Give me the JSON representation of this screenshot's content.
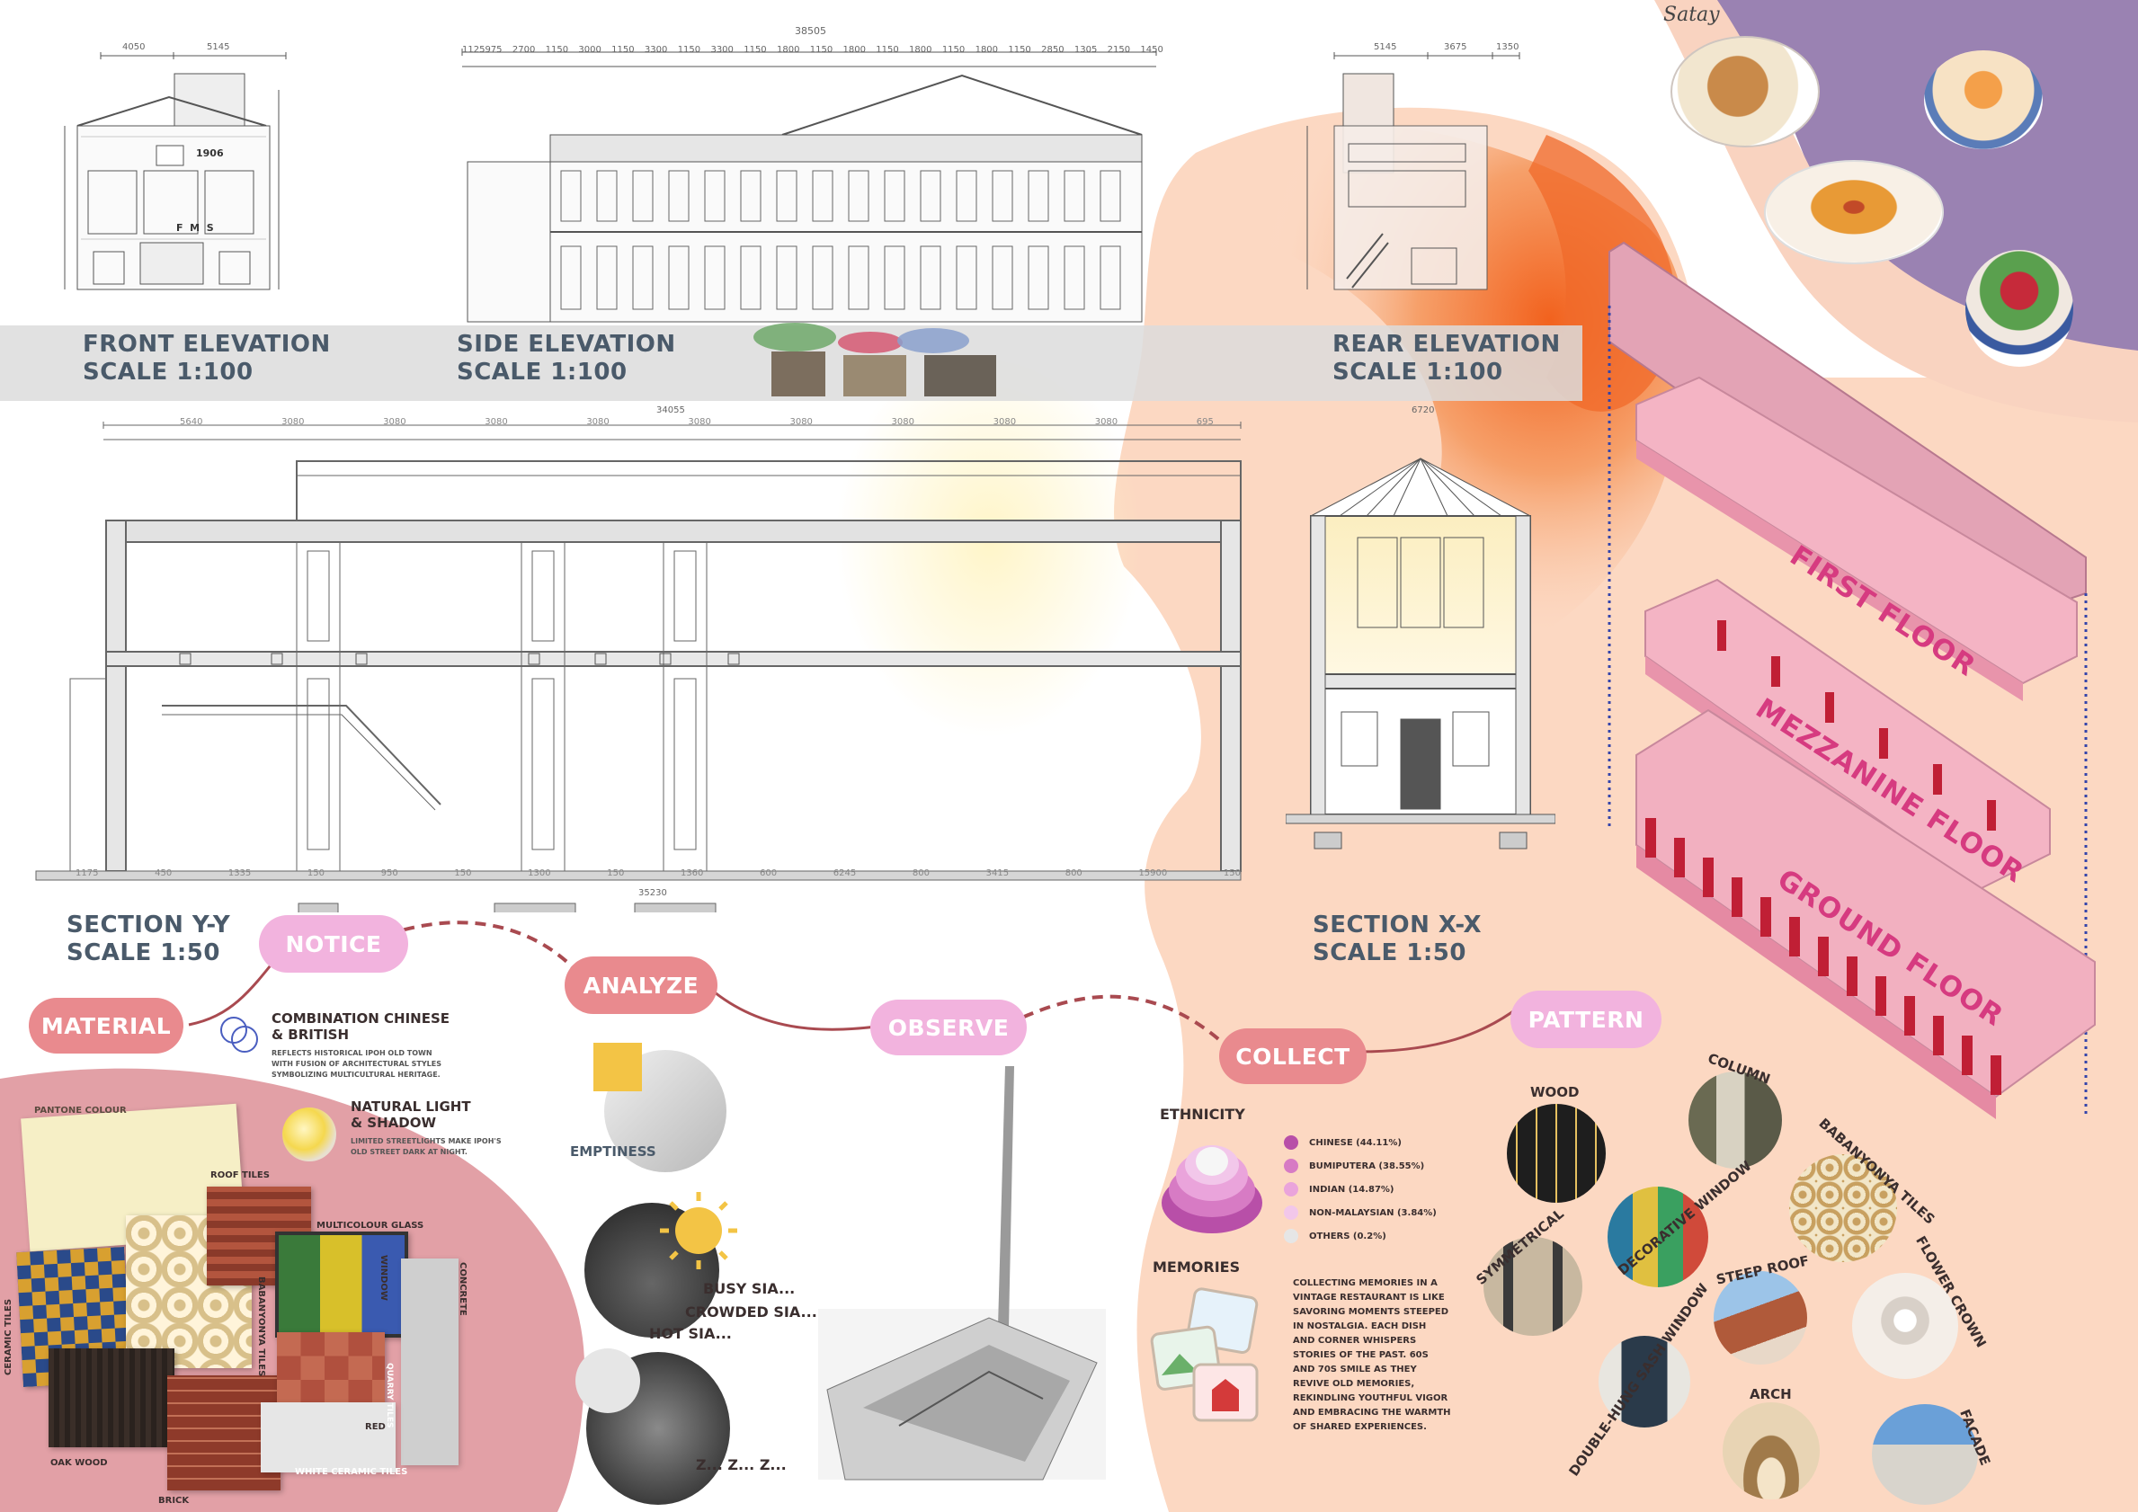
{
  "colors": {
    "peach": "#fcd8c2",
    "orange": "#f07a3e",
    "purple": "#8e7aa8",
    "pill_red": "#e98a8e",
    "pill_pink": "#f2b3de",
    "axon_pink": "#f0a9b8",
    "axon_red": "#c01f35",
    "heading_blue": "#4a5a6a"
  },
  "elevations": {
    "front": {
      "title": "FRONT ELEVATION",
      "scale": "SCALE 1:100",
      "year": "1906",
      "sign": "F  M  S"
    },
    "side": {
      "title": "SIDE ELEVATION",
      "scale": "SCALE 1:100"
    },
    "rear": {
      "title": "REAR ELEVATION",
      "scale": "SCALE 1:100"
    }
  },
  "sections": {
    "yy": {
      "title": "SECTION Y-Y",
      "scale": "SCALE 1:50",
      "total": "35230",
      "top": "34055"
    },
    "xx": {
      "title": "SECTION X-X",
      "scale": "SCALE 1:50",
      "width": "6720"
    }
  },
  "dims": {
    "front_top": [
      "4050",
      "5145"
    ],
    "side_total": "38505",
    "side_top": [
      "1125975",
      "2700",
      "1150",
      "3000",
      "1150",
      "3300",
      "1150",
      "3300",
      "1150",
      "1800",
      "1150",
      "1800",
      "1150",
      "1800",
      "1150",
      "1800",
      "1150",
      "2850",
      "1305",
      "2150",
      "1450"
    ],
    "rear_top": [
      "5145",
      "3675",
      "1350"
    ],
    "section_top": [
      "5640",
      "3080",
      "3080",
      "3080",
      "3080",
      "3080",
      "3080",
      "3080",
      "3080",
      "3080",
      "695"
    ],
    "section_bottom": [
      "1175",
      "450",
      "1335",
      "150",
      "950",
      "150",
      "1300",
      "150",
      "1360",
      "600",
      "6245",
      "800",
      "3415",
      "800",
      "15900",
      "150"
    ]
  },
  "process": {
    "material": "MATERIAL",
    "notice": "NOTICE",
    "analyze": "ANALYZE",
    "observe": "OBSERVE",
    "collect": "COLLECT",
    "pattern": "PATTERN"
  },
  "notice": {
    "item1_title": "COMBINATION CHINESE & BRITISH",
    "item1_text": "REFLECTS HISTORICAL IPOH OLD TOWN WITH FUSION OF ARCHITECTURAL STYLES SYMBOLIZING MULTICULTURAL HERITAGE.",
    "item2_title": "NATURAL LIGHT & SHADOW",
    "item2_text": "LIMITED STREETLIGHTS MAKE IPOH'S OLD STREET DARK AT NIGHT."
  },
  "materials": {
    "pantone": "PANTONE COLOUR",
    "roof_tiles": "ROOF TILES",
    "multicolour_glass": "MULTICOLOUR GLASS",
    "window": "WINDOW",
    "concrete": "CONCRETE",
    "babanyonya_tiles": "BABANYONYA TILES",
    "ceramic_tiles": "CERAMIC TILES",
    "oak_wood": "OAK WOOD",
    "brick": "BRICK",
    "red": "RED",
    "quarry_tiles": "QUARRY TILES",
    "white_ceramic_tiles": "WHITE CERAMIC TILES"
  },
  "analyze": {
    "emptiness": "EMPTINESS",
    "busy": "BUSY SIA...",
    "crowded": "CROWDED SIA...",
    "hot": "HOT SIA...",
    "sleepy": "Z... Z... Z..."
  },
  "collect": {
    "ethnicity_title": "ETHNICITY",
    "ethnicity": [
      {
        "label": "CHINESE (44.11%)",
        "value": 44.11,
        "color": "#b84fa8"
      },
      {
        "label": "BUMIPUTERA (38.55%)",
        "value": 38.55,
        "color": "#d77bc4"
      },
      {
        "label": "INDIAN (14.87%)",
        "value": 14.87,
        "color": "#eaa4db"
      },
      {
        "label": "NON-MALAYSIAN (3.84%)",
        "value": 3.84,
        "color": "#f2c7ea"
      },
      {
        "label": "OTHERS (0.2%)",
        "value": 0.2,
        "color": "#e6e6e6"
      }
    ],
    "memories_title": "MEMORIES",
    "memories_text": "COLLECTING MEMORIES IN A VINTAGE RESTAURANT IS LIKE SAVORING MOMENTS STEEPED IN NOSTALGIA. EACH DISH AND CORNER WHISPERS STORIES OF THE PAST. 60S AND 70S SMILE AS THEY REVIVE OLD MEMORIES, REKINDLING YOUTHFUL VIGOR AND EMBRACING THE WARMTH OF SHARED EXPERIENCES."
  },
  "patterns": {
    "wood": "WOOD",
    "column": "COLUMN",
    "decorative_window": "DECORATIVE WINDOW",
    "babanyonya_tiles": "BABANYONYA TILES",
    "symmetrical": "SYMMETRICAL",
    "steep_roof": "STEEP ROOF",
    "flower_crown": "FLOWER CROWN",
    "sash_window": "DOUBLE-HUNG SASH WINDOW",
    "arch": "ARCH",
    "facade": "FACADE"
  },
  "axon": {
    "first": "FIRST FLOOR",
    "mezzanine": "MEZZANINE FLOOR",
    "ground": "GROUND FLOOR"
  },
  "food": {
    "satay": "Satay"
  }
}
